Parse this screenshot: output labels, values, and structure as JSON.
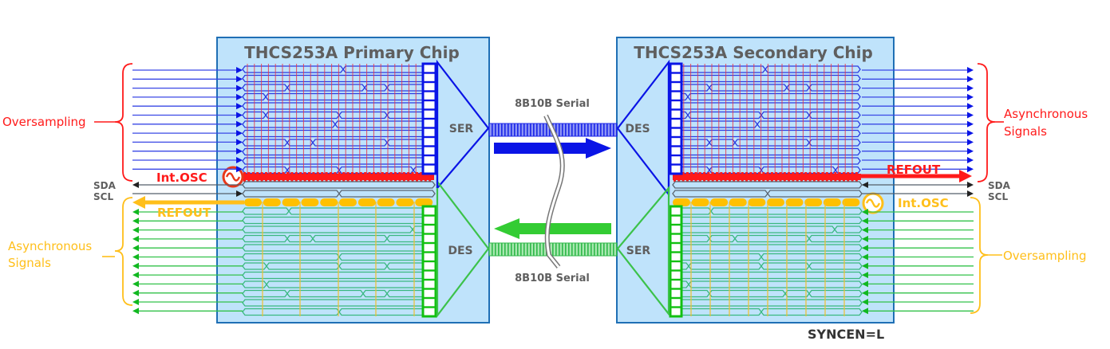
{
  "diagram": {
    "primary_chip": {
      "title": "THCS253A Primary Chip",
      "ser_label": "SER",
      "des_label": "DES",
      "osc_label": "Int.OSC",
      "refout_label": "REFOUT",
      "input_group_label": "Oversampling",
      "output_group_label_line1": "Asynchronous",
      "output_group_label_line2": "Signals"
    },
    "secondary_chip": {
      "title": "THCS253A Secondary Chip",
      "ser_label": "SER",
      "des_label": "DES",
      "osc_label": "Int.OSC",
      "refout_label": "REFOUT",
      "input_group_label": "Oversampling",
      "output_group_label_line1": "Asynchronous",
      "output_group_label_line2": "Signals"
    },
    "link": {
      "top_label": "8B10B Serial",
      "bottom_label": "8B10B Serial",
      "forward_direction": "primary-to-secondary",
      "reverse_direction": "secondary-to-primary"
    },
    "bus_labels": {
      "sda": "SDA",
      "scl": "SCL"
    },
    "mode_label": "SYNCEN=L",
    "signal_lanes_per_direction": 12,
    "colors": {
      "chip_fill": "#bfe3fb",
      "chip_border": "#1f6fb5",
      "forward_signal": "#0a14e6",
      "reverse_signal": "#22c02a",
      "primary_clock": "#ff1a1a",
      "secondary_clock": "#ffbf1a",
      "bus": "#555f6a",
      "text_gray": "#5f5f5f"
    }
  }
}
